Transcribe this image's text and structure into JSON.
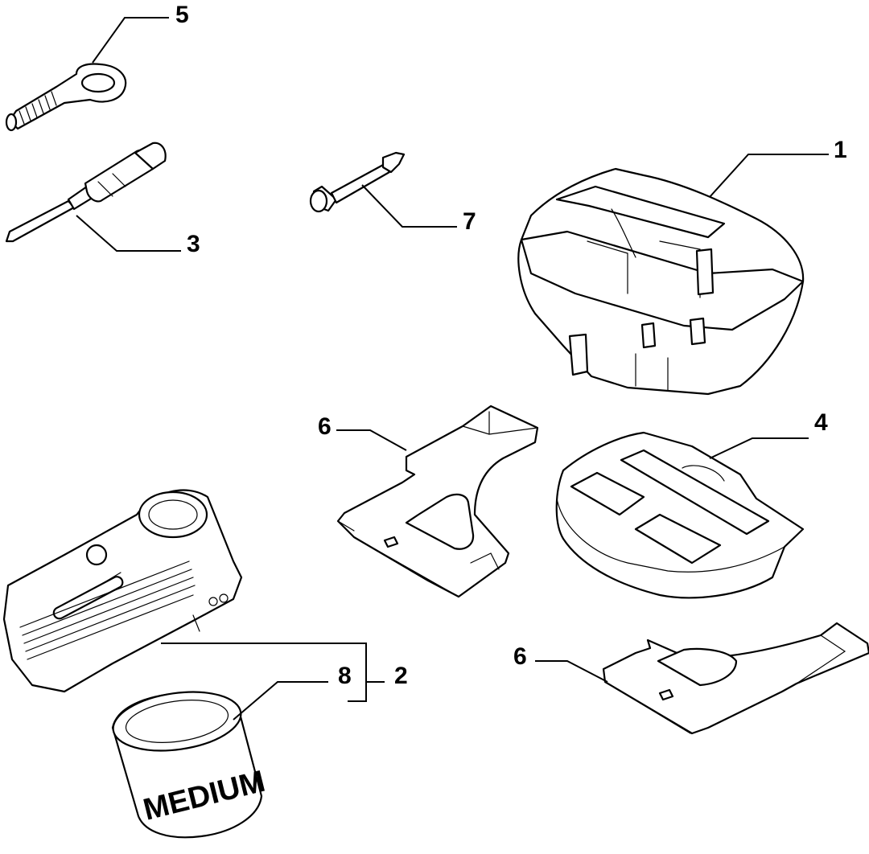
{
  "callouts": {
    "c1": "1",
    "c2": "2",
    "c3": "3",
    "c4": "4",
    "c5": "5",
    "c6a": "6",
    "c6b": "6",
    "c7": "7",
    "c8": "8"
  },
  "sealant_can": {
    "label": "MEDIUM"
  }
}
